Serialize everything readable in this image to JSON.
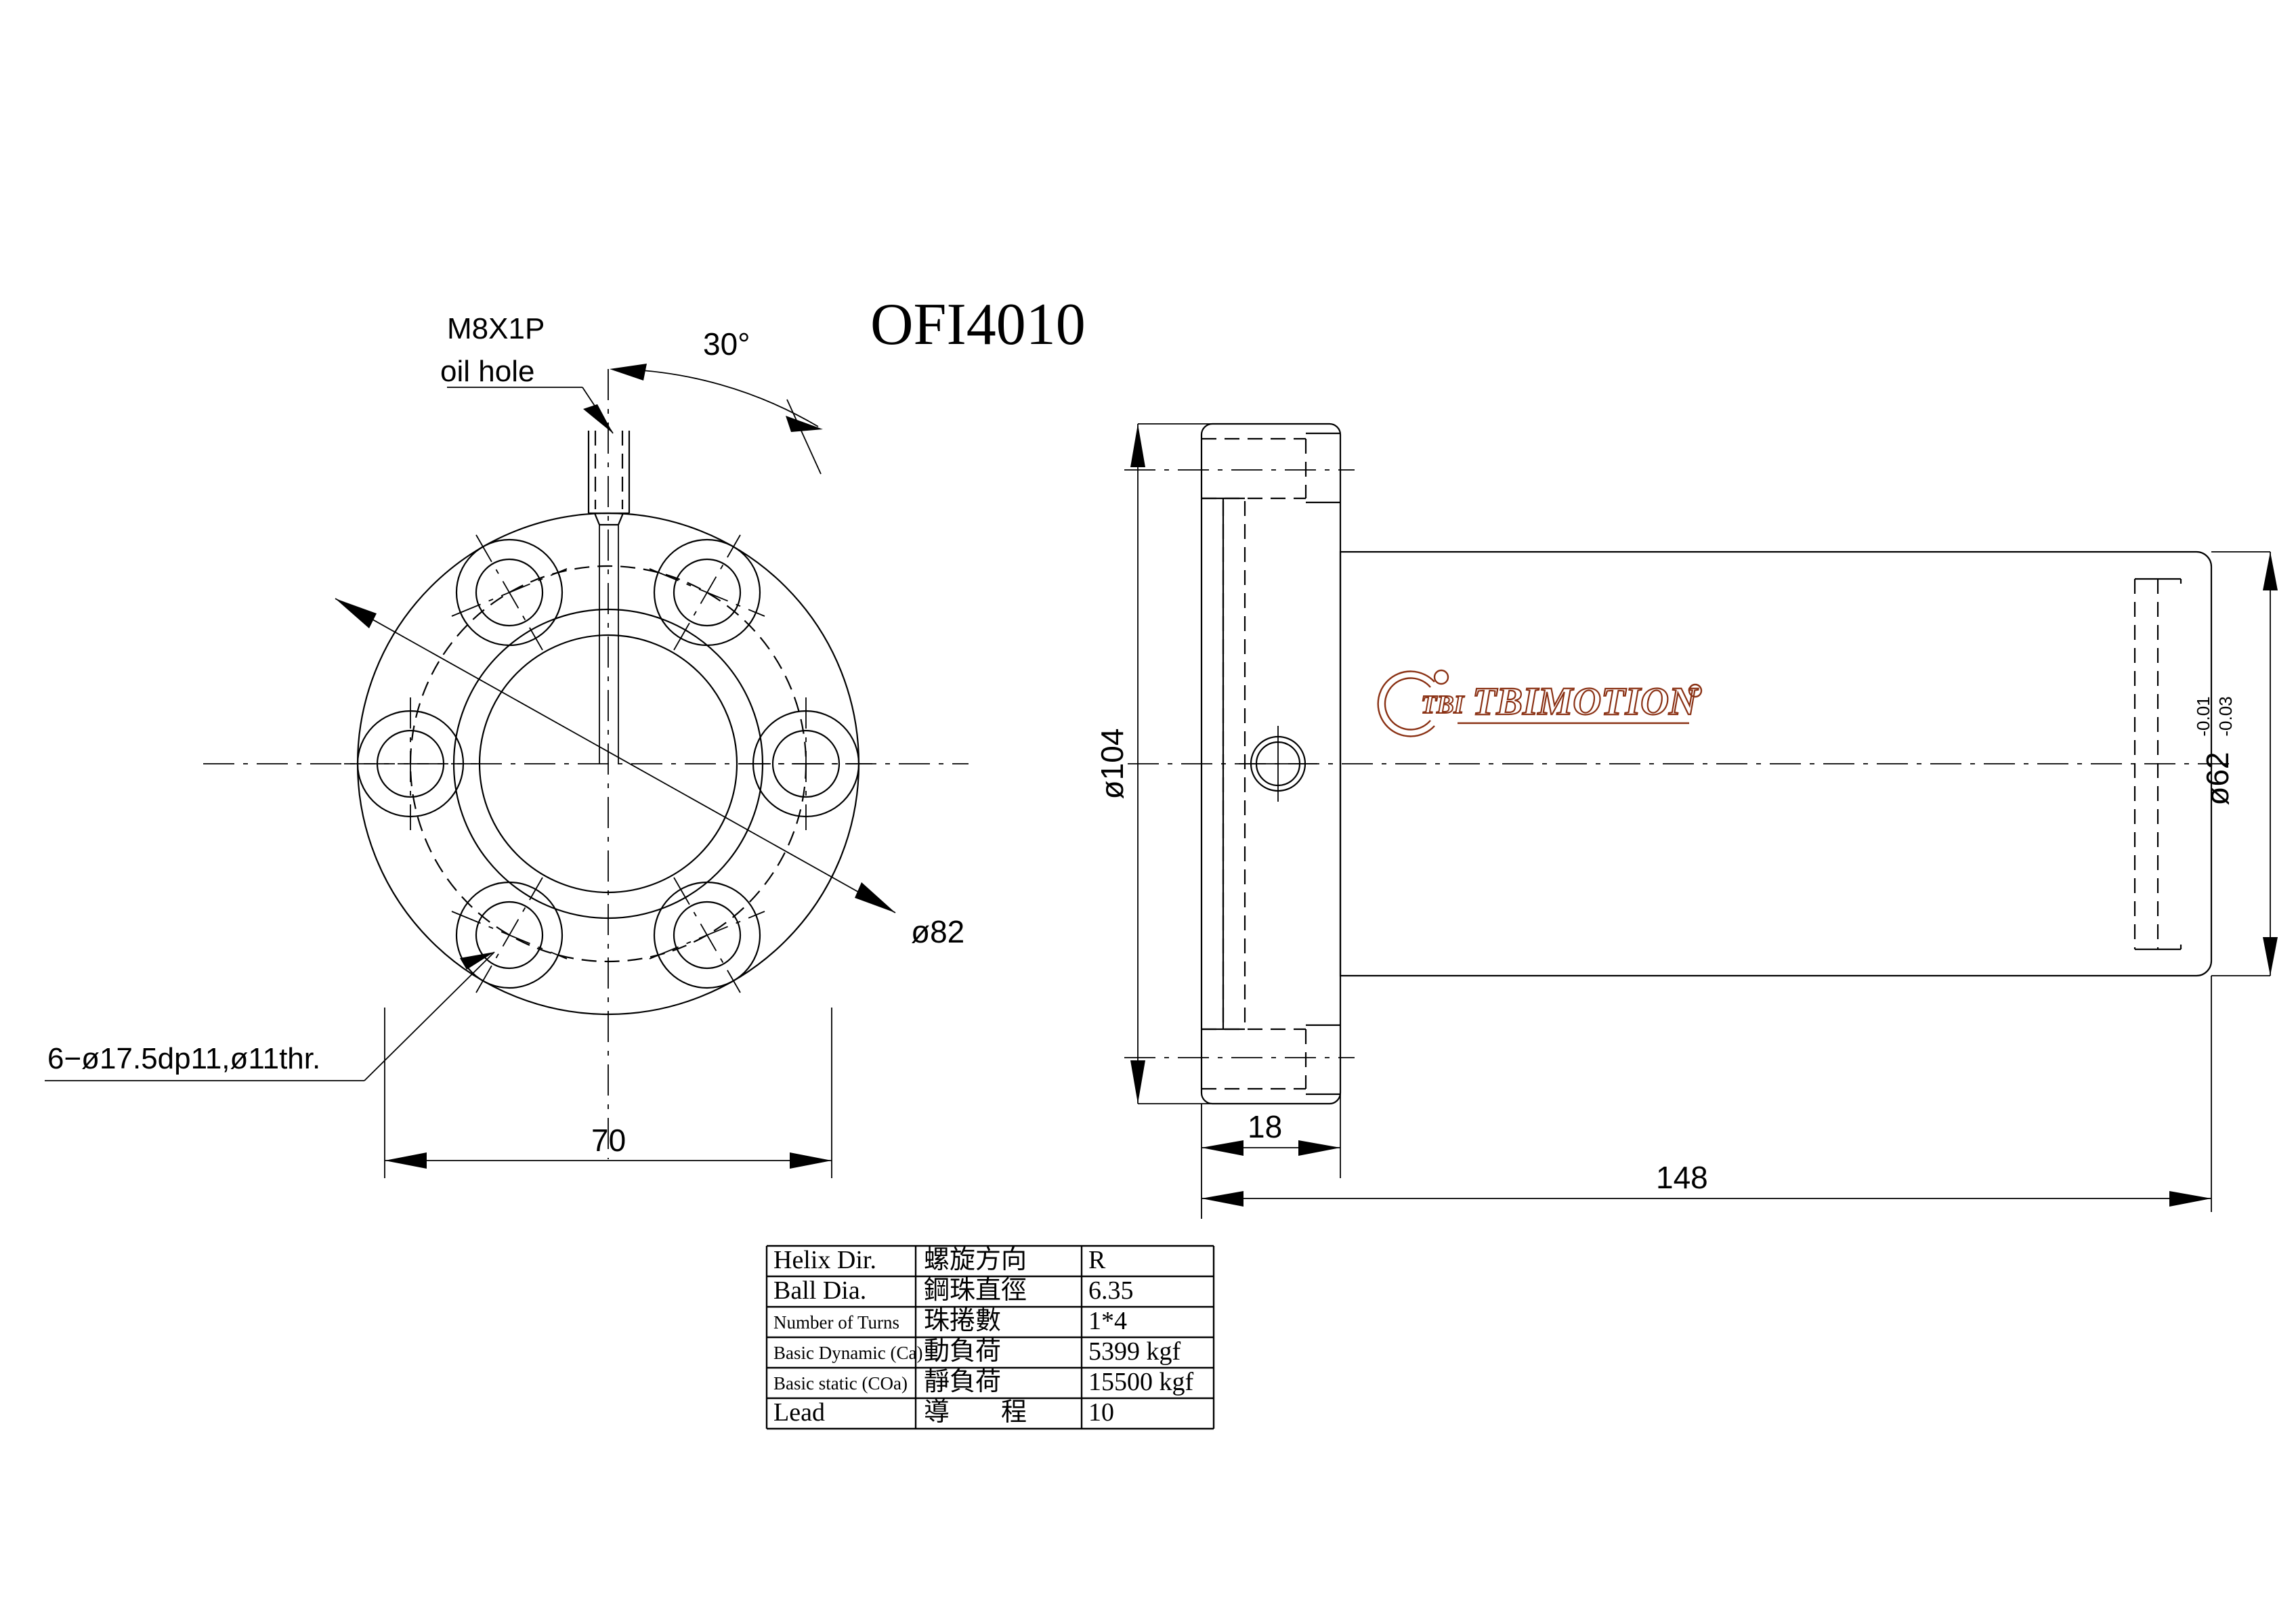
{
  "drawing": {
    "title": "OFI4010",
    "part_type": "ball-screw-nut-flange",
    "front_view": {
      "name": "front-view",
      "annotations": {
        "oil_hole_line1": "M8X1P",
        "oil_hole_line2": "oil hole",
        "angle": "30°",
        "bolt_circle_dia": "ø82",
        "hole_spec": "6−ø17.5dp11,ø11thr.",
        "width_dim": "70"
      }
    },
    "side_view": {
      "name": "side-view",
      "annotations": {
        "flange_dia": "ø104",
        "nut_dia": "ø62",
        "nut_dia_tol_upper": "-0.01",
        "nut_dia_tol_lower": "-0.03",
        "flange_thickness": "18",
        "total_length": "148"
      },
      "logo": {
        "mark": "TBI",
        "wordmark": "TBIMOTION",
        "registered": "®",
        "color": "#8a3114"
      }
    },
    "spec_table": {
      "name": "specification-table",
      "rows": [
        {
          "en": "Helix  Dir.",
          "zh": "螺旋方向",
          "value": "R",
          "small": false
        },
        {
          "en": "Ball Dia.",
          "zh": "鋼珠直徑",
          "value": "6.35",
          "small": false
        },
        {
          "en": "Number of Turns",
          "zh": "珠捲數",
          "value": "1*4",
          "small": true
        },
        {
          "en": "Basic Dynamic (Ca)",
          "zh": "動負荷",
          "value": "5399 kgf",
          "small": true
        },
        {
          "en": "Basic static (COa)",
          "zh": "靜負荷",
          "value": "15500 kgf",
          "small": true
        },
        {
          "en": "Lead",
          "zh": "導　　程",
          "value": "10",
          "small": false
        }
      ]
    },
    "colors": {
      "line": "#000000",
      "background": "#ffffff",
      "logo": "#8a3114"
    }
  }
}
